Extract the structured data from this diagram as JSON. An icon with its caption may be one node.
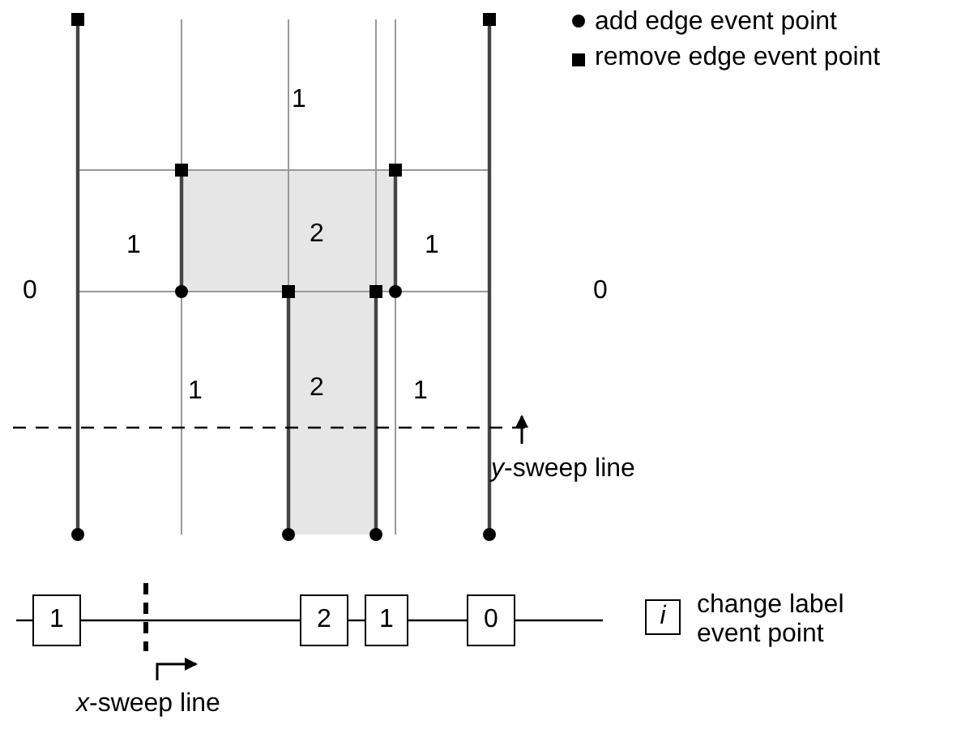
{
  "diagram": {
    "nodes": [
      {
        "text": [
          "1"
        ]
      },
      {
        "text": [
          "2"
        ]
      },
      {
        "text": [
          "1"
        ]
      },
      {
        "text": [
          "0"
        ]
      }
    ],
    "edges": [
      {
        "from": null,
        "to": 0,
        "arrow": "none"
      },
      {
        "from": 0,
        "to": 1,
        "arrow": "none"
      },
      {
        "from": 1,
        "to": 2,
        "arrow": "none"
      },
      {
        "from": 2,
        "to": 3,
        "arrow": "none"
      },
      {
        "from": 3,
        "to": null,
        "arrow": "none"
      }
    ],
    "labels": [
      "1",
      "1",
      "2",
      "1",
      "0",
      "0",
      "1",
      "2",
      "1",
      "*y*-sweep line",
      "*x*-sweep line",
      "i"
    ],
    "legend": [
      {
        "text": "add edge event point"
      },
      {
        "text": "remove edge event point"
      },
      {
        "text": "change label event point"
      }
    ]
  }
}
